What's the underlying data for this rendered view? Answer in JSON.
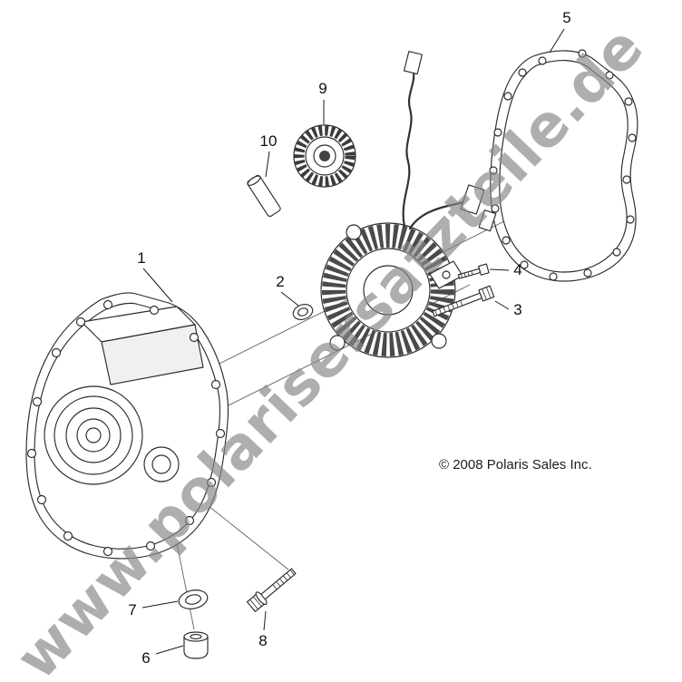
{
  "diagram": {
    "watermark": "www.polarisersatzteile.de",
    "copyright": "© 2008 Polaris Sales Inc.",
    "colors": {
      "line": "#2b2b2b",
      "watermark": "#888888",
      "background": "#ffffff"
    },
    "callouts": [
      {
        "number": "1"
      },
      {
        "number": "2"
      },
      {
        "number": "3"
      },
      {
        "number": "4"
      },
      {
        "number": "5"
      },
      {
        "number": "6"
      },
      {
        "number": "7"
      },
      {
        "number": "8"
      },
      {
        "number": "9"
      },
      {
        "number": "10"
      }
    ]
  }
}
